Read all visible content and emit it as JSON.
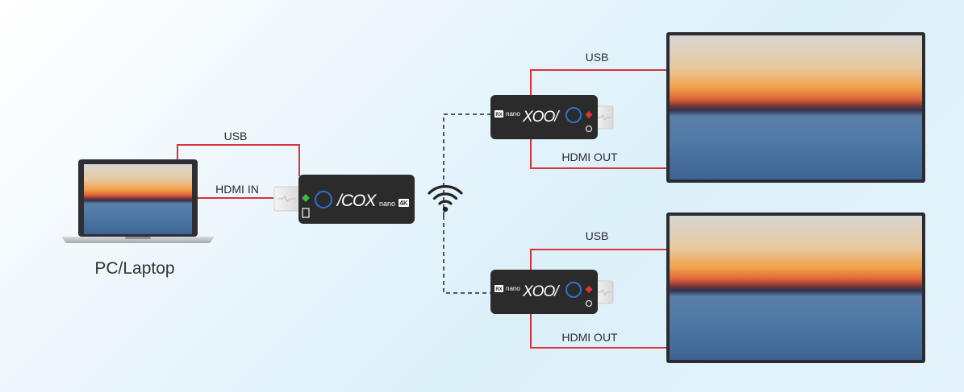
{
  "labels": {
    "pc_laptop": "PC/Laptop",
    "usb_tx": "USB",
    "hdmi_in": "HDMI IN",
    "usb_rx1": "USB",
    "hdmi_out_rx1": "HDMI OUT",
    "usb_rx2": "USB",
    "hdmi_out_rx2": "HDMI OUT"
  },
  "devices": {
    "transmitter_logo": "/COX",
    "transmitter_model": "nano",
    "transmitter_badge": "4K",
    "receiver_logo": "XOO/",
    "receiver_model": "nano",
    "receiver_badge": "RX"
  },
  "colors": {
    "cable": "#d8323a",
    "wireless_link": "#555555",
    "device_body": "#2b2b2b",
    "button_ring": "#2f6fd1",
    "tx_led": "#3dbb3a",
    "rx_led": "#e0343a"
  },
  "icons": {
    "wireless": "wifi-icon",
    "laptop": "laptop-icon",
    "monitor": "monitor-icon"
  }
}
